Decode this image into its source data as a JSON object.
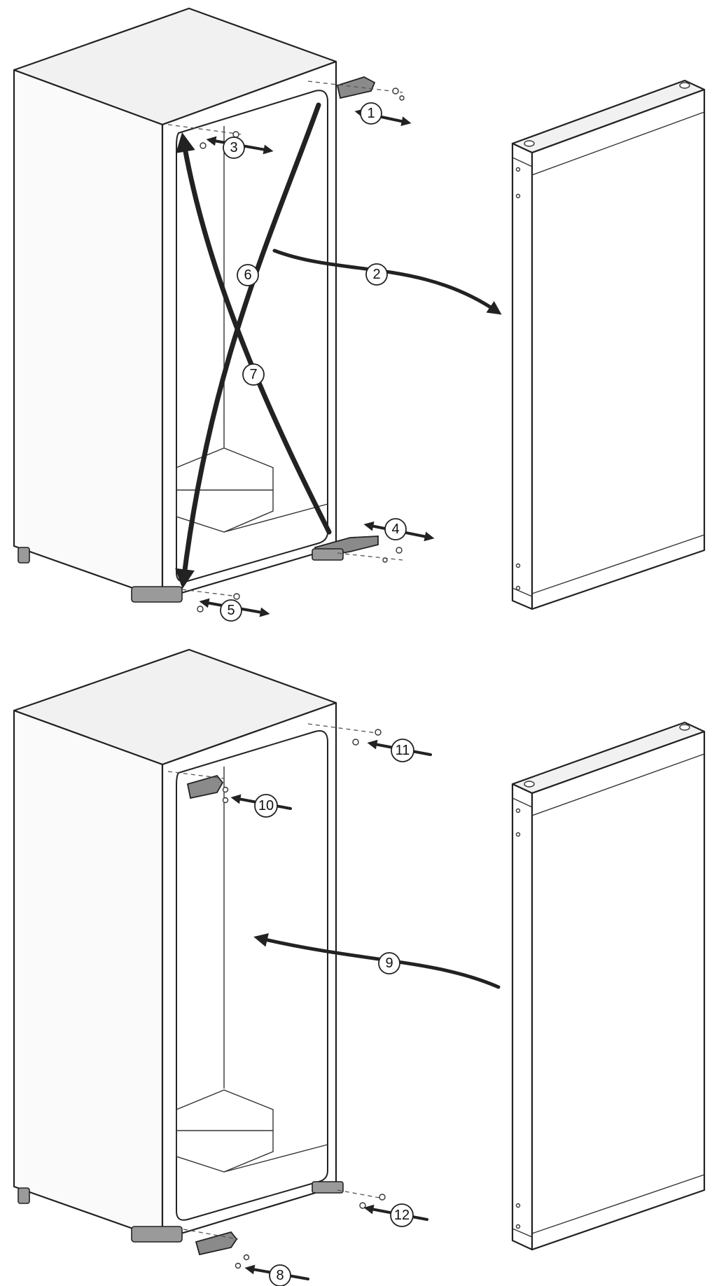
{
  "steps": [
    {
      "number": "1"
    },
    {
      "number": "2"
    },
    {
      "number": "3"
    },
    {
      "number": "4"
    },
    {
      "number": "5"
    },
    {
      "number": "6"
    },
    {
      "number": "7"
    },
    {
      "number": "8"
    },
    {
      "number": "9"
    },
    {
      "number": "10"
    },
    {
      "number": "11"
    },
    {
      "number": "12"
    }
  ]
}
